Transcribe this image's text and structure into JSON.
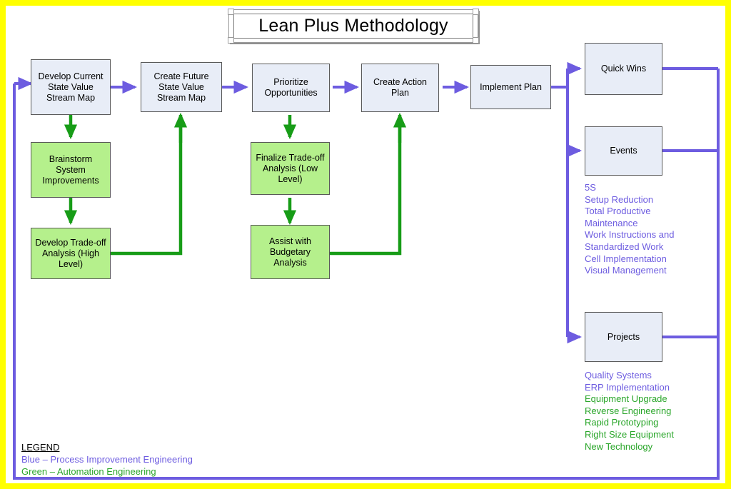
{
  "diagram": {
    "title": "Lean Plus Methodology",
    "frame": {
      "outer_color": "#ffff00",
      "inner_color": "#ffffff",
      "return_line_color": "#6d5ce0"
    },
    "colors": {
      "blue_box_fill": "#e8edf7",
      "green_box_fill": "#b5f08c",
      "box_border": "#595959",
      "blue_arrow": "#6d5ce0",
      "green_arrow": "#179c17",
      "blue_text": "#6d5ce0",
      "green_text": "#2aa62a"
    },
    "main_flow": [
      {
        "id": "develop-current-state",
        "label": "Develop Current State Value Stream Map",
        "type": "blue"
      },
      {
        "id": "create-future-state",
        "label": "Create Future State Value Stream Map",
        "type": "blue"
      },
      {
        "id": "prioritize-opportunities",
        "label": "Prioritize Opportunities",
        "type": "blue"
      },
      {
        "id": "create-action-plan",
        "label": "Create Action Plan",
        "type": "blue"
      },
      {
        "id": "implement-plan",
        "label": "Implement Plan",
        "type": "blue"
      }
    ],
    "support_flow": [
      {
        "id": "brainstorm-system-improvements",
        "label": "Brainstorm System Improvements",
        "type": "green"
      },
      {
        "id": "develop-tradeoff-high",
        "label": "Develop Trade-off Analysis (High Level)",
        "type": "green"
      },
      {
        "id": "finalize-tradeoff-low",
        "label": "Finalize Trade-off Analysis (Low Level)",
        "type": "green"
      },
      {
        "id": "assist-budgetary-analysis",
        "label": "Assist with Budgetary Analysis",
        "type": "green"
      }
    ],
    "outputs": [
      {
        "id": "quick-wins",
        "label": "Quick Wins",
        "type": "blue",
        "items": []
      },
      {
        "id": "events",
        "label": "Events",
        "type": "blue",
        "items": [
          {
            "text": "5S",
            "color": "blue"
          },
          {
            "text": "Setup Reduction",
            "color": "blue"
          },
          {
            "text": "Total Productive",
            "color": "blue"
          },
          {
            "text": "Maintenance",
            "color": "blue"
          },
          {
            "text": "Work Instructions and",
            "color": "blue"
          },
          {
            "text": "Standardized Work",
            "color": "blue"
          },
          {
            "text": "Cell Implementation",
            "color": "blue"
          },
          {
            "text": "Visual Management",
            "color": "blue"
          }
        ]
      },
      {
        "id": "projects",
        "label": "Projects",
        "type": "blue",
        "items": [
          {
            "text": "Quality Systems",
            "color": "blue"
          },
          {
            "text": "ERP Implementation",
            "color": "blue"
          },
          {
            "text": "Equipment Upgrade",
            "color": "green"
          },
          {
            "text": "Reverse Engineering",
            "color": "green"
          },
          {
            "text": "Rapid Prototyping",
            "color": "green"
          },
          {
            "text": "Right Size Equipment",
            "color": "green"
          },
          {
            "text": "New Technology",
            "color": "green"
          }
        ]
      }
    ],
    "legend": {
      "title": "LEGEND",
      "entries": [
        {
          "text": "Blue – Process Improvement Engineering",
          "color": "blue"
        },
        {
          "text": "Green – Automation Engineering",
          "color": "green"
        }
      ]
    }
  }
}
